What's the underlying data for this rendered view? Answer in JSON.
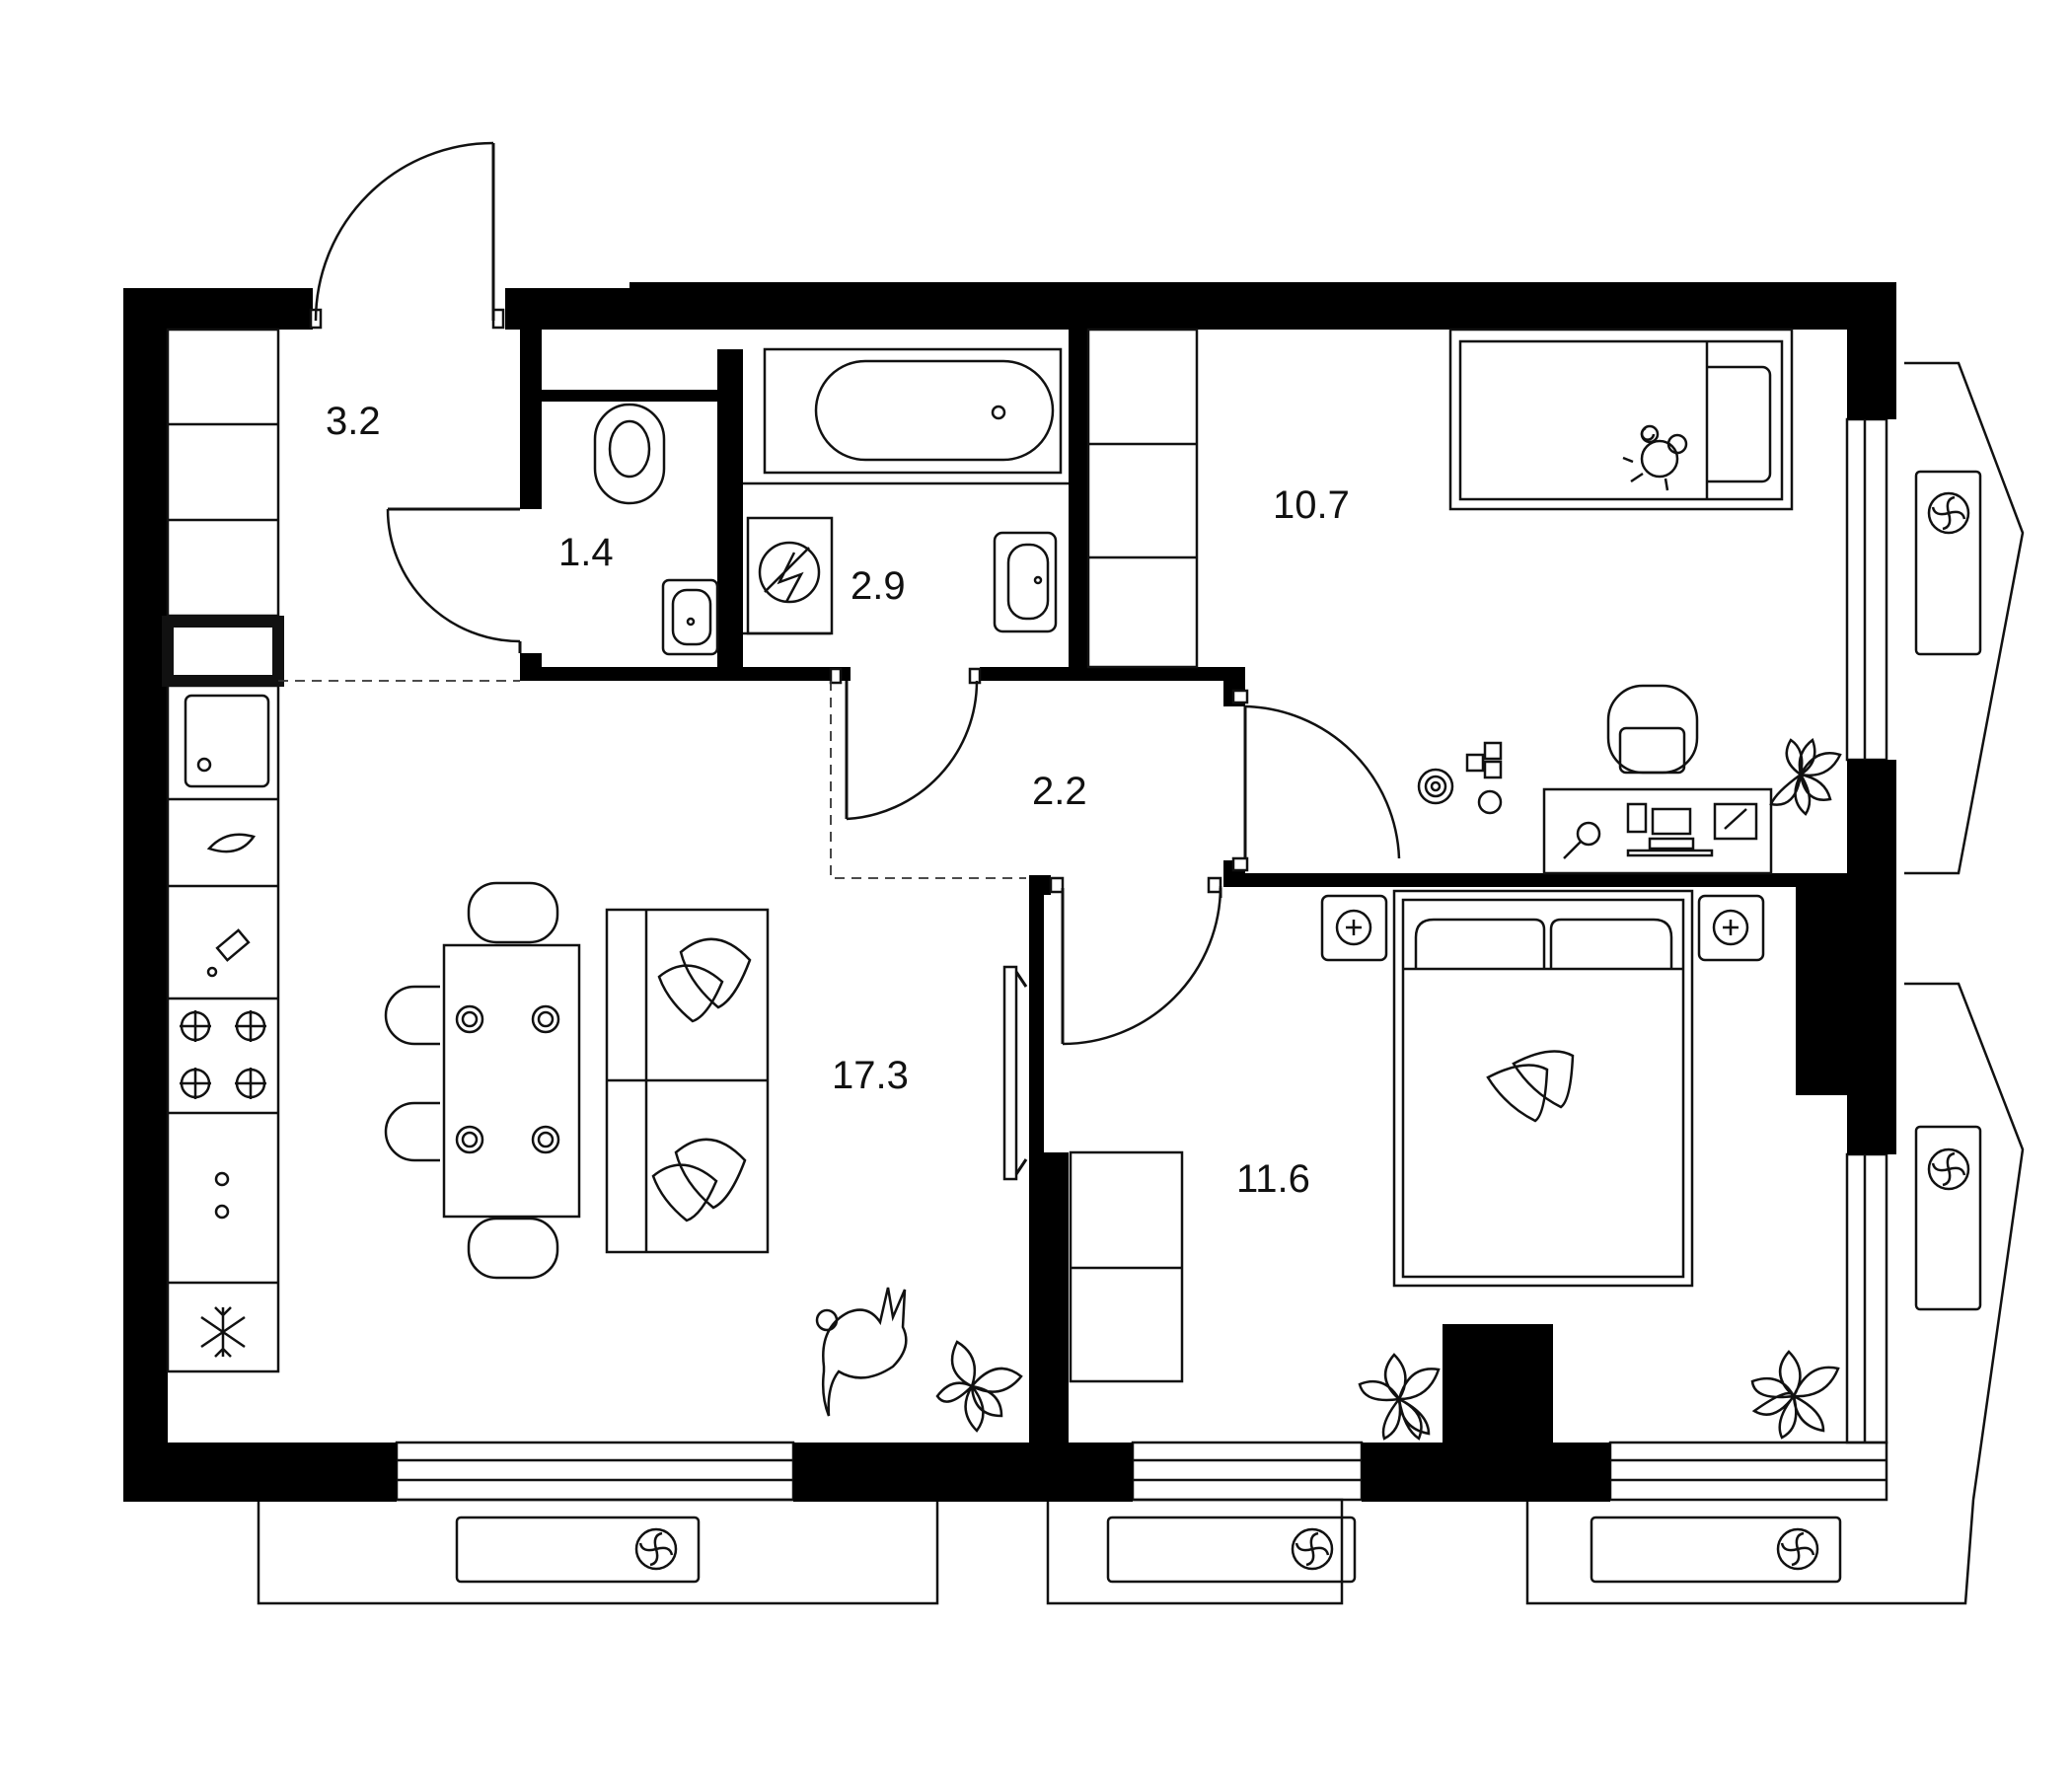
{
  "rooms": [
    {
      "id": "hallway",
      "area": "3.2"
    },
    {
      "id": "toilet",
      "area": "1.4"
    },
    {
      "id": "bathroom",
      "area": "2.9"
    },
    {
      "id": "bedroom-small",
      "area": "10.7"
    },
    {
      "id": "corridor",
      "area": "2.2"
    },
    {
      "id": "living-kitchen",
      "area": "17.3"
    },
    {
      "id": "bedroom-large",
      "area": "11.6"
    }
  ],
  "colors": {
    "wall": "#000000",
    "line": "#111111",
    "background": "#ffffff"
  },
  "icons": [
    "door-icon",
    "bathtub-icon",
    "toilet-icon",
    "sink-icon",
    "washing-machine-icon",
    "bed-icon",
    "pillow-icon",
    "sofa-icon",
    "dining-table-icon",
    "chair-icon",
    "plate-icon",
    "stove-icon",
    "fridge-icon",
    "desk-icon",
    "plant-icon",
    "cat-icon",
    "toy-icon",
    "fan-icon",
    "wardrobe-icon",
    "tv-icon",
    "nightstand-icon",
    "window-icon",
    "balcony-icon"
  ]
}
